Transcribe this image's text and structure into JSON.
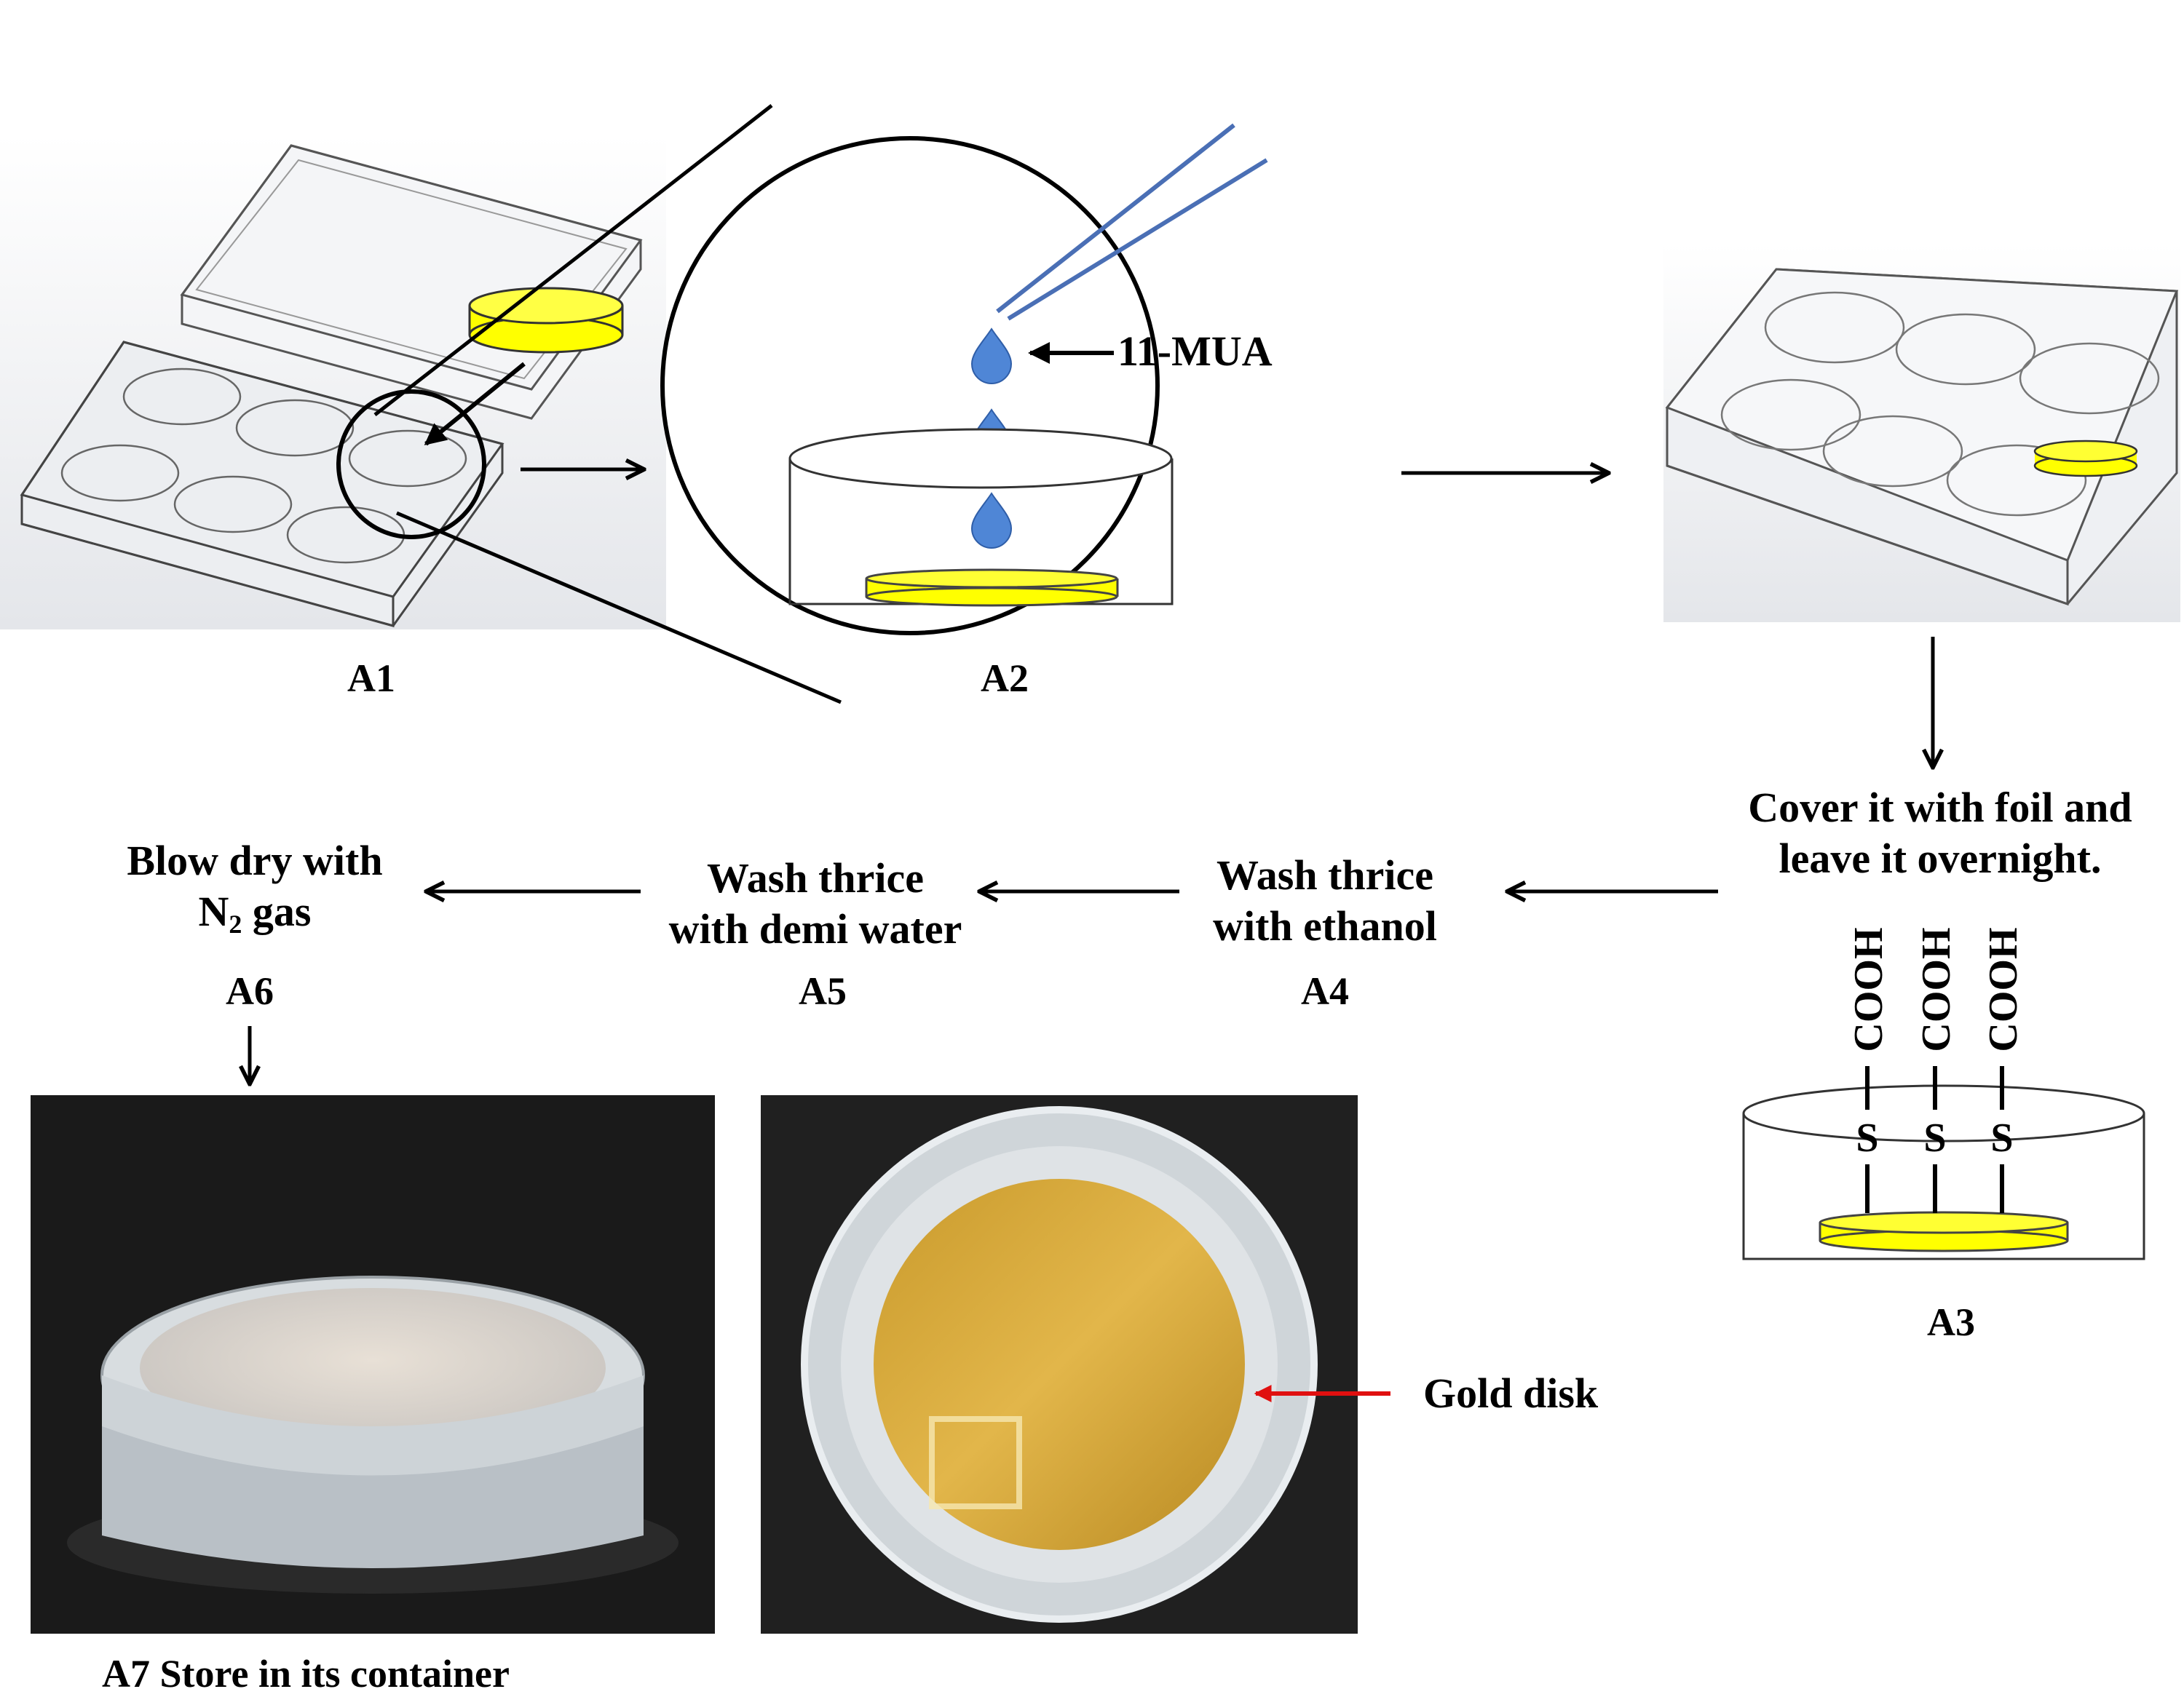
{
  "labels": {
    "a1": "A1",
    "a2": "A2",
    "a3": "A3",
    "a4": "A4",
    "a5": "A5",
    "a6": "A6",
    "reagent": "11-MUA",
    "cover_line1": "Cover it with foil and",
    "cover_line2": "leave it overnight.",
    "wash_ethanol_line1": "Wash thrice",
    "wash_ethanol_line2": "with ethanol",
    "wash_water_line1": "Wash thrice",
    "wash_water_line2": "with demi water",
    "blow_line1": "Blow dry with",
    "blow_n": "N",
    "blow_sub": "2",
    "blow_rest": " gas",
    "store_caption": "A7  Store in its container",
    "gold_disk": "Gold disk"
  },
  "molecule": {
    "group": "COOH",
    "atom": "S"
  },
  "colors": {
    "gold_disk": "#ffff00",
    "droplet": "#4f86d6",
    "pipette": "#4a6fb5",
    "pointer_red": "#e01010"
  }
}
